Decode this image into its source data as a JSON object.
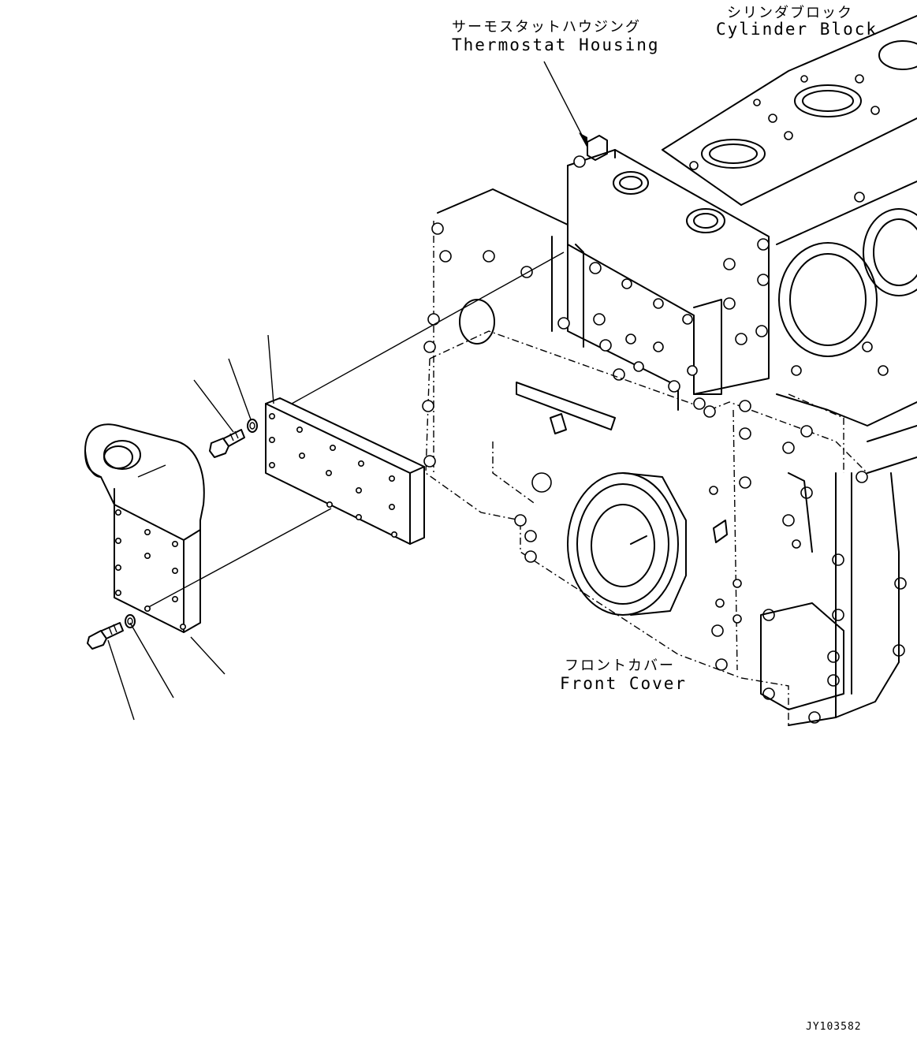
{
  "labels": {
    "thermostat_housing_jp": "サーモスタットハウジング",
    "thermostat_housing_en": "Thermostat Housing",
    "cylinder_block_jp": "シリンダブロック",
    "cylinder_block_en": "Cylinder Block",
    "front_cover_jp": "フロントカバー",
    "front_cover_en": "Front Cover"
  },
  "drawing_code": "JY103582"
}
